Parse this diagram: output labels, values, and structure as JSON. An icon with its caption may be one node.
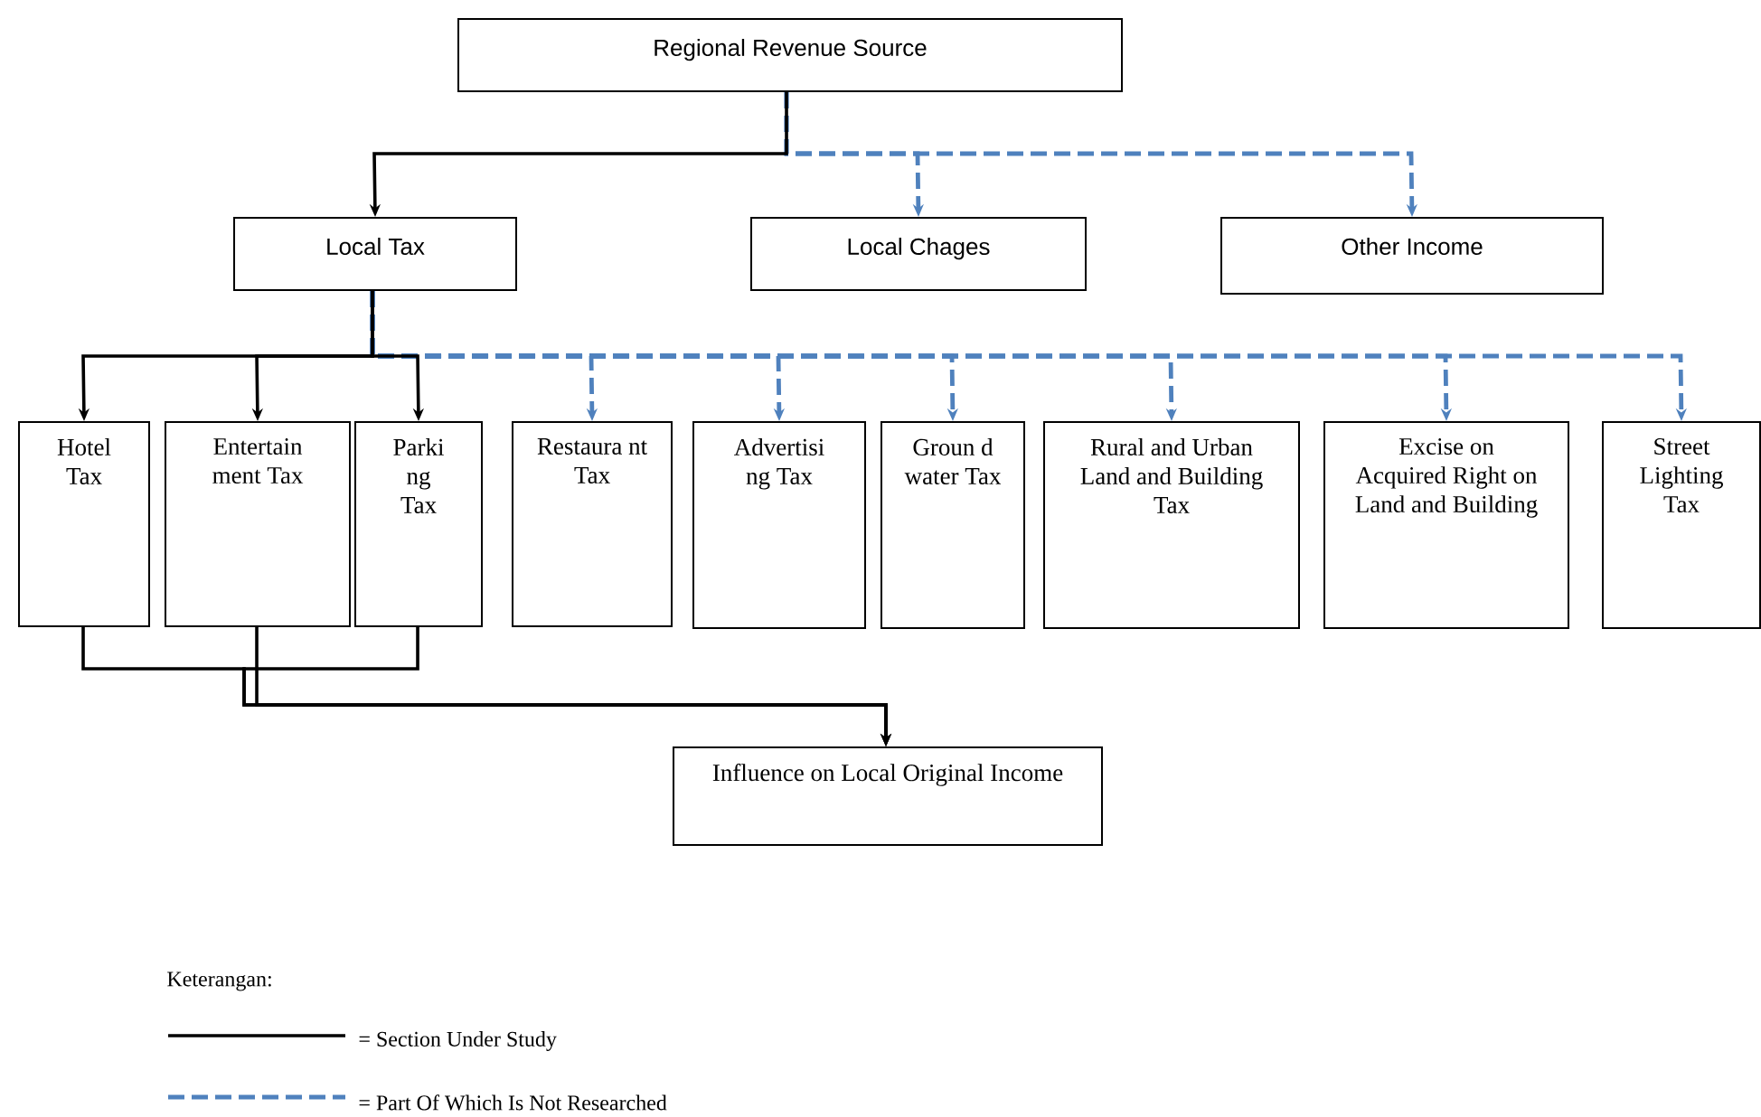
{
  "diagram": {
    "nodes": [
      {
        "text": [
          "Regional Revenue Source"
        ]
      },
      {
        "text": [
          "Local Tax"
        ]
      },
      {
        "text": [
          "Local Chages"
        ]
      },
      {
        "text": [
          "Other Income"
        ]
      },
      {
        "text": [
          "Hotel Tax"
        ]
      },
      {
        "text": [
          "Entertain ment Tax"
        ]
      },
      {
        "text": [
          "Parki ng Tax"
        ]
      },
      {
        "text": [
          "Restaura nt Tax"
        ]
      },
      {
        "text": [
          "Advertisi ng Tax"
        ]
      },
      {
        "text": [
          "Groun d water Tax"
        ]
      },
      {
        "text": [
          "Rural and Urban Land and Building Tax"
        ]
      },
      {
        "text": [
          "Excise on Acquired Right on Land and Building"
        ]
      },
      {
        "text": [
          "Street Lighting Tax"
        ]
      },
      {
        "text": [
          "Influence on Local Original Income"
        ]
      }
    ],
    "edges": [
      {
        "from": 0,
        "to": 2,
        "arrow": "to",
        "style": "dashed",
        "color": "#4f81bd"
      },
      {
        "from": 0,
        "to": 3,
        "arrow": "to",
        "style": "dashed",
        "color": "#4f81bd"
      },
      {
        "from": 0,
        "to": 1,
        "arrow": "to",
        "color": "#000000"
      },
      {
        "from": 1,
        "to": 7,
        "arrow": "to",
        "style": "dashed",
        "color": "#4f81bd"
      },
      {
        "from": 1,
        "to": 8,
        "arrow": "to",
        "style": "dashed",
        "color": "#4f81bd"
      },
      {
        "from": 1,
        "to": 9,
        "arrow": "to",
        "style": "dashed",
        "color": "#4f81bd"
      },
      {
        "from": 1,
        "to": 10,
        "arrow": "to",
        "style": "dashed",
        "color": "#4f81bd"
      },
      {
        "from": 1,
        "to": 11,
        "arrow": "to",
        "style": "dashed",
        "color": "#4f81bd"
      },
      {
        "from": 1,
        "to": 12,
        "arrow": "to",
        "style": "dashed",
        "color": "#4f81bd"
      },
      {
        "from": 1,
        "to": 4,
        "arrow": "to",
        "color": "#000000"
      },
      {
        "from": 1,
        "to": 5,
        "arrow": "to",
        "color": "#000000"
      },
      {
        "from": 1,
        "to": 6,
        "arrow": "to",
        "color": "#000000"
      },
      {
        "from": 4,
        "to": 13,
        "arrow": "to",
        "color": "#000000"
      },
      {
        "from": 5,
        "to": 13,
        "arrow": "to",
        "color": "#000000"
      },
      {
        "from": 6,
        "to": 13,
        "arrow": "to",
        "color": "#000000"
      }
    ],
    "labels": [
      "Keterangan:"
    ],
    "legend": [
      {
        "text": "= Section Under Study"
      },
      {
        "text": "= Part Of Which Is Not Researched"
      }
    ]
  }
}
